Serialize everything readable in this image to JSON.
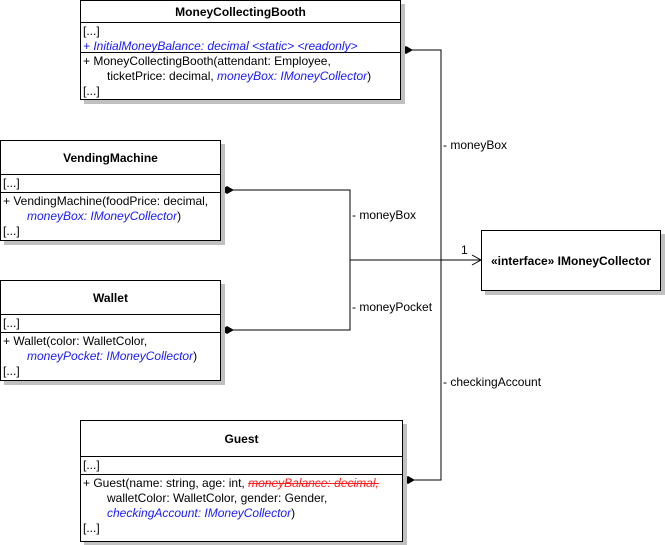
{
  "classes": {
    "booth": {
      "name": "MoneyCollectingBooth",
      "attr_ellipsis": "[...]",
      "attr_static": "+ InitialMoneyBalance: decimal <static> <readonly>",
      "op_line1": "+ MoneyCollectingBooth(attendant: Employee,",
      "op_line2_plain": "ticketPrice: decimal, ",
      "op_line2_blue": "moneyBox: IMoneyCollector",
      "op_line2_end": ")",
      "op_ellipsis": "[...]"
    },
    "vending": {
      "name": "VendingMachine",
      "attr_ellipsis": "[...]",
      "op_line1": "+ VendingMachine(foodPrice: decimal,",
      "op_line2_blue": "moneyBox: IMoneyCollector",
      "op_line2_end": ")",
      "op_ellipsis": "[...]"
    },
    "wallet": {
      "name": "Wallet",
      "attr_ellipsis": "[...]",
      "op_line1": "+ Wallet(color: WalletColor,",
      "op_line2_blue": "moneyPocket: IMoneyCollector",
      "op_line2_end": ")",
      "op_ellipsis": "[...]"
    },
    "guest": {
      "name": "Guest",
      "attr_ellipsis": "[...]",
      "op_line1_plain": "+ Guest(name: string, age: int, ",
      "op_line1_strike": "moneyBalance: decimal,",
      "op_line2": "walletColor: WalletColor, gender: Gender,",
      "op_line3_blue": "checkingAccount: IMoneyCollector",
      "op_line3_end": ")",
      "op_ellipsis": "[...]"
    },
    "interface": {
      "name": "«interface» IMoneyCollector"
    }
  },
  "associations": {
    "booth_role": "- moneyBox",
    "vending_role": "- moneyBox",
    "wallet_role": "- moneyPocket",
    "guest_role": "- checkingAccount",
    "multiplicity": "1"
  },
  "colors": {
    "interface_member": "#1a1aff",
    "removed_member": "#ff2020",
    "shadow": "#c0c0c0"
  }
}
